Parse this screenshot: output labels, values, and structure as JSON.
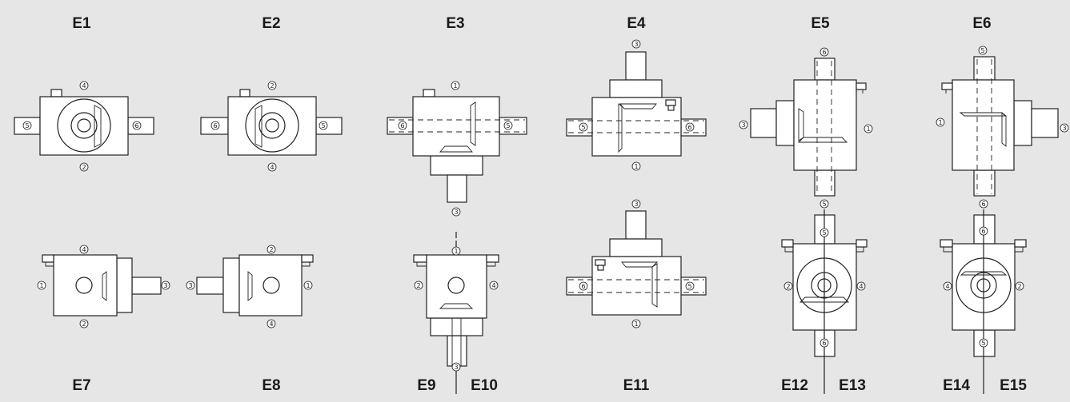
{
  "titles": {
    "e1": "E1",
    "e2": "E2",
    "e3": "E3",
    "e4": "E4",
    "e5": "E5",
    "e6": "E6",
    "e7": "E7",
    "e8": "E8",
    "e9": "E9",
    "e10": "E10",
    "e11": "E11",
    "e12": "E12",
    "e13": "E13",
    "e14": "E14",
    "e15": "E15"
  },
  "port_numbers": {
    "n1": "1",
    "n2": "2",
    "n3": "3",
    "n4": "4",
    "n5": "5",
    "n6": "6"
  },
  "colors": {
    "background": "#e6e6e6",
    "drawing_fill": "#ffffff",
    "line": "#222222"
  }
}
